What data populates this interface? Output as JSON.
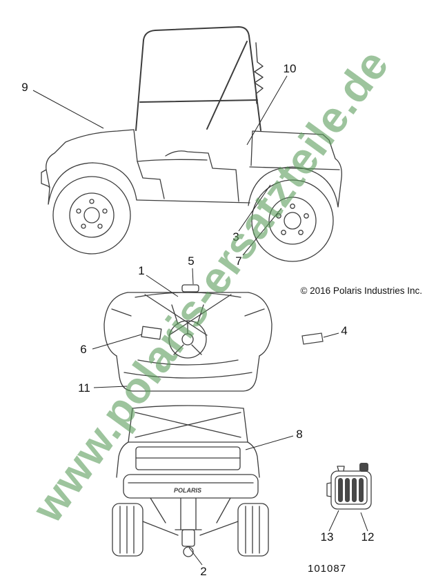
{
  "diagram": {
    "watermark": "www.polaris-ersatzteile.de",
    "copyright": "© 2016 Polaris Industries Inc.",
    "drawing_number": "101087",
    "vehicle_badge": "POLARIS",
    "colors": {
      "watermark": "#5c9c5c",
      "line_art": "#3c3c3c"
    }
  },
  "callouts": [
    {
      "label": "1"
    },
    {
      "label": "2"
    },
    {
      "label": "3"
    },
    {
      "label": "4"
    },
    {
      "label": "5"
    },
    {
      "label": "6"
    },
    {
      "label": "7"
    },
    {
      "label": "8"
    },
    {
      "label": "9"
    },
    {
      "label": "10"
    },
    {
      "label": "11"
    },
    {
      "label": "12"
    },
    {
      "label": "13"
    }
  ]
}
